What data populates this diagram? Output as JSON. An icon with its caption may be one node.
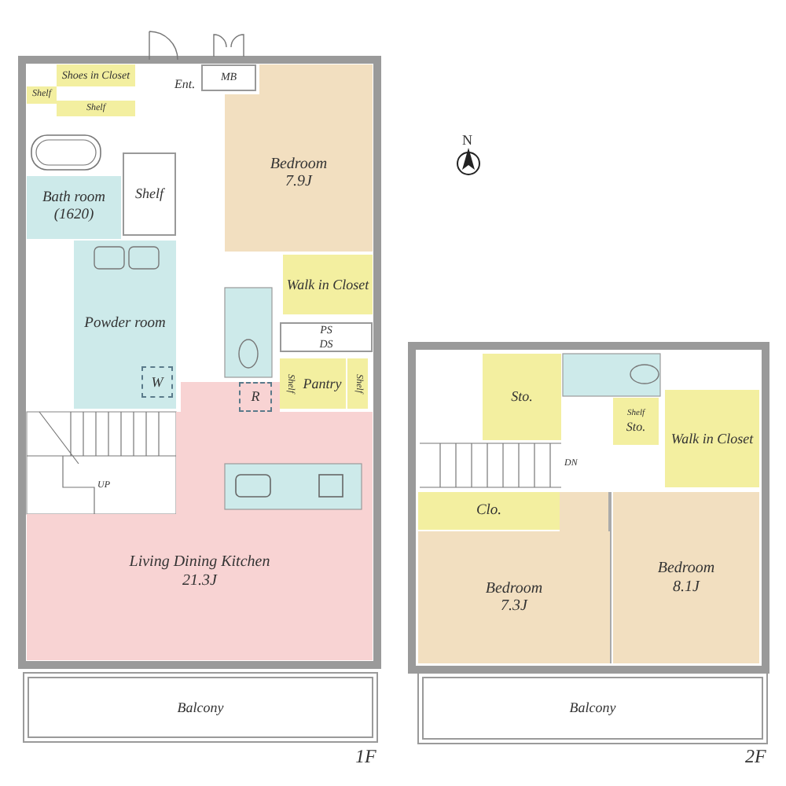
{
  "diagram": {
    "nodes": [
      {
        "text": [
          "Shoes in Closet"
        ]
      },
      {
        "text": [
          "Shelf"
        ]
      },
      {
        "text": [
          "Shelf"
        ]
      },
      {
        "text": [
          "MB"
        ]
      },
      {
        "text": [
          "Bedroom",
          "7.9J"
        ]
      },
      {
        "text": [
          "Bath room (1620)"
        ]
      },
      {
        "text": [
          "Shelf"
        ]
      },
      {
        "text": [
          "Walk in Closet"
        ]
      },
      {
        "text": [
          "Powder room"
        ]
      },
      {
        "text": [
          "W"
        ],
        "in": 8
      },
      {
        "text": [
          "PS",
          "DS"
        ]
      },
      {
        "text": [
          "Shelf"
        ]
      },
      {
        "text": [
          "Pantry"
        ]
      },
      {
        "text": [
          "Shelf"
        ]
      },
      {
        "text": [
          "R"
        ]
      },
      {
        "text": [
          "Living Dining Kitchen",
          "21.3J"
        ]
      },
      {
        "text": [
          "Balcony"
        ]
      },
      {
        "text": [
          "Sto."
        ]
      },
      {
        "text": [
          "Shelf",
          "Sto."
        ]
      },
      {
        "text": [
          "Walk in Closet"
        ]
      },
      {
        "text": [
          "Clo."
        ]
      },
      {
        "text": [
          "Bedroom",
          "7.3J"
        ]
      },
      {
        "text": [
          "Bedroom",
          "8.1J"
        ]
      },
      {
        "text": [
          "Balcony"
        ]
      }
    ],
    "labels": [
      "N",
      "Ent.",
      "UP",
      "DN",
      "1F",
      "2F"
    ]
  }
}
